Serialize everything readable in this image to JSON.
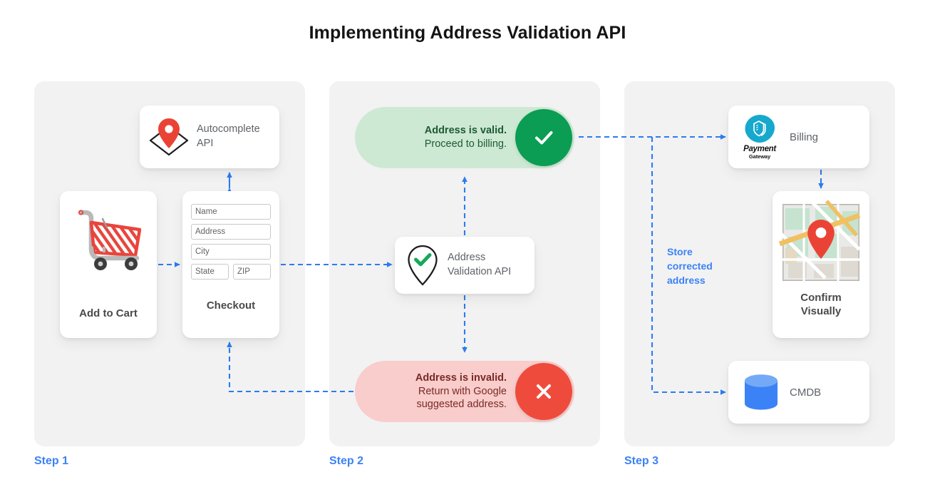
{
  "title": "Implementing Address Validation API",
  "colors": {
    "accent_blue": "#3b82f6",
    "panel_bg": "#f2f2f2",
    "valid_pill_bg": "#cde9d3",
    "valid_badge": "#0a9d53",
    "invalid_pill_bg": "#f8cdcb",
    "invalid_badge": "#ef4b3c",
    "pin_red": "#ea4335",
    "cmdb_blue": "#4285f4",
    "payment_cyan": "#16a8cd"
  },
  "steps": [
    {
      "label": "Step 1"
    },
    {
      "label": "Step 2"
    },
    {
      "label": "Step 3"
    }
  ],
  "step1": {
    "autocomplete": {
      "label": "Autocomplete API",
      "line1": "Autocomplete",
      "line2": "API",
      "icon": "map-pin-diamond-icon"
    },
    "add_to_cart": {
      "label": "Add to Cart",
      "icon": "shopping-cart-icon"
    },
    "checkout": {
      "label": "Checkout",
      "fields": [
        {
          "name": "name",
          "value": "Name"
        },
        {
          "name": "address",
          "value": "Address"
        },
        {
          "name": "city",
          "value": "City"
        }
      ],
      "fields_row": [
        {
          "name": "state",
          "value": "State"
        },
        {
          "name": "zip",
          "value": "ZIP"
        }
      ]
    }
  },
  "step2": {
    "valid": {
      "headline": "Address is valid.",
      "detail": "Proceed to billing.",
      "badge_icon": "check-icon"
    },
    "invalid": {
      "headline": "Address is invalid.",
      "detail_line1": "Return with Google",
      "detail_line2": "suggested address.",
      "badge_icon": "close-icon"
    },
    "validation_api": {
      "line1": "Address",
      "line2": "Validation API",
      "icon": "map-pin-check-icon"
    }
  },
  "step3": {
    "billing": {
      "label": "Billing",
      "logo_word": "Payment",
      "logo_sub": "Gateway",
      "icon": "payment-gateway-logo-icon"
    },
    "confirm": {
      "line1": "Confirm",
      "line2": "Visually",
      "icon": "map-thumbnail-icon"
    },
    "cmdb": {
      "label": "CMDB",
      "icon": "database-cylinder-icon"
    },
    "store_note": {
      "line1": "Store",
      "line2": "corrected",
      "line3": "address"
    }
  }
}
